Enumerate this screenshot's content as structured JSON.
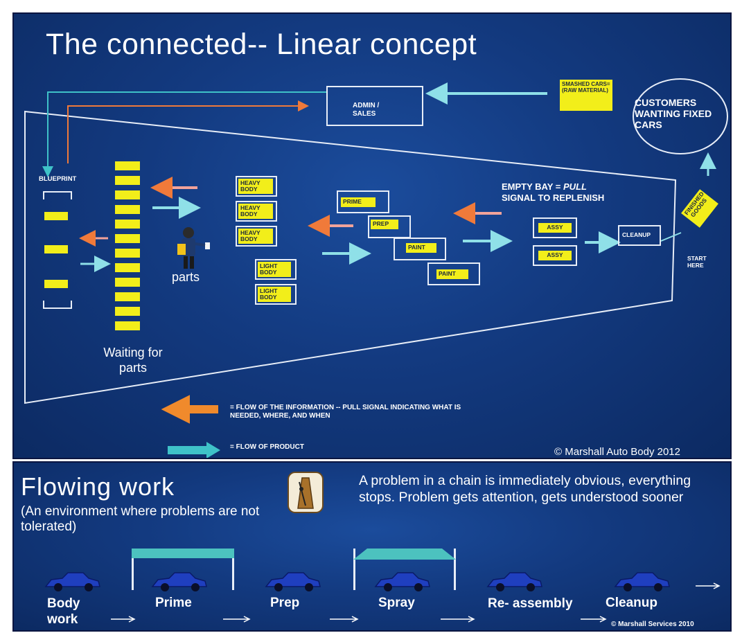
{
  "top": {
    "title": "The connected-- Linear concept",
    "admin_sales": "ADMIN / SALES",
    "smashed_cars": "SMASHED CARS= (RAW MATERIAL)",
    "customers": "CUSTOMERS WANTING FIXED CARS",
    "blueprint": "BLUEPRINT",
    "waiting_for_parts": "Waiting for parts",
    "parts": "parts",
    "heavy_body": "HEAVY BODY",
    "light_body": "LIGHT BODY",
    "prime": "PRIME",
    "prep": "PREP",
    "paint": "PAINT",
    "assy": "ASSY",
    "cleanup": "CLEANUP",
    "finished_goods": "FINISHED GOODS",
    "start_here": "START HERE",
    "empty_bay_prefix": "EMPTY BAY =",
    "empty_bay_pull": "PULL",
    "empty_bay_line2": "SIGNAL TO REPLENISH",
    "legend_info": "= FLOW OF THE INFORMATION -- PULL SIGNAL INDICATING WHAT IS NEEDED, WHERE, AND WHEN",
    "legend_product": "= FLOW OF PRODUCT",
    "copyright": "© Marshall Auto Body 2012",
    "colors": {
      "info_arrow": "#f08a2c",
      "product_arrow": "#3fc2c8",
      "card": "#f2ee1a",
      "panel": "#133a80"
    }
  },
  "bottom": {
    "title": "Flowing work",
    "subtitle": "(An environment where problems are not tolerated)",
    "description": "A problem in a chain is immediately obvious, everything stops. Problem gets attention, gets understood sooner",
    "icon": "metronome-icon",
    "steps": [
      "Body work",
      "Prime",
      "Prep",
      "Spray",
      "Re- assembly",
      "Cleanup"
    ],
    "copyright": "© Marshall Services 2010"
  }
}
